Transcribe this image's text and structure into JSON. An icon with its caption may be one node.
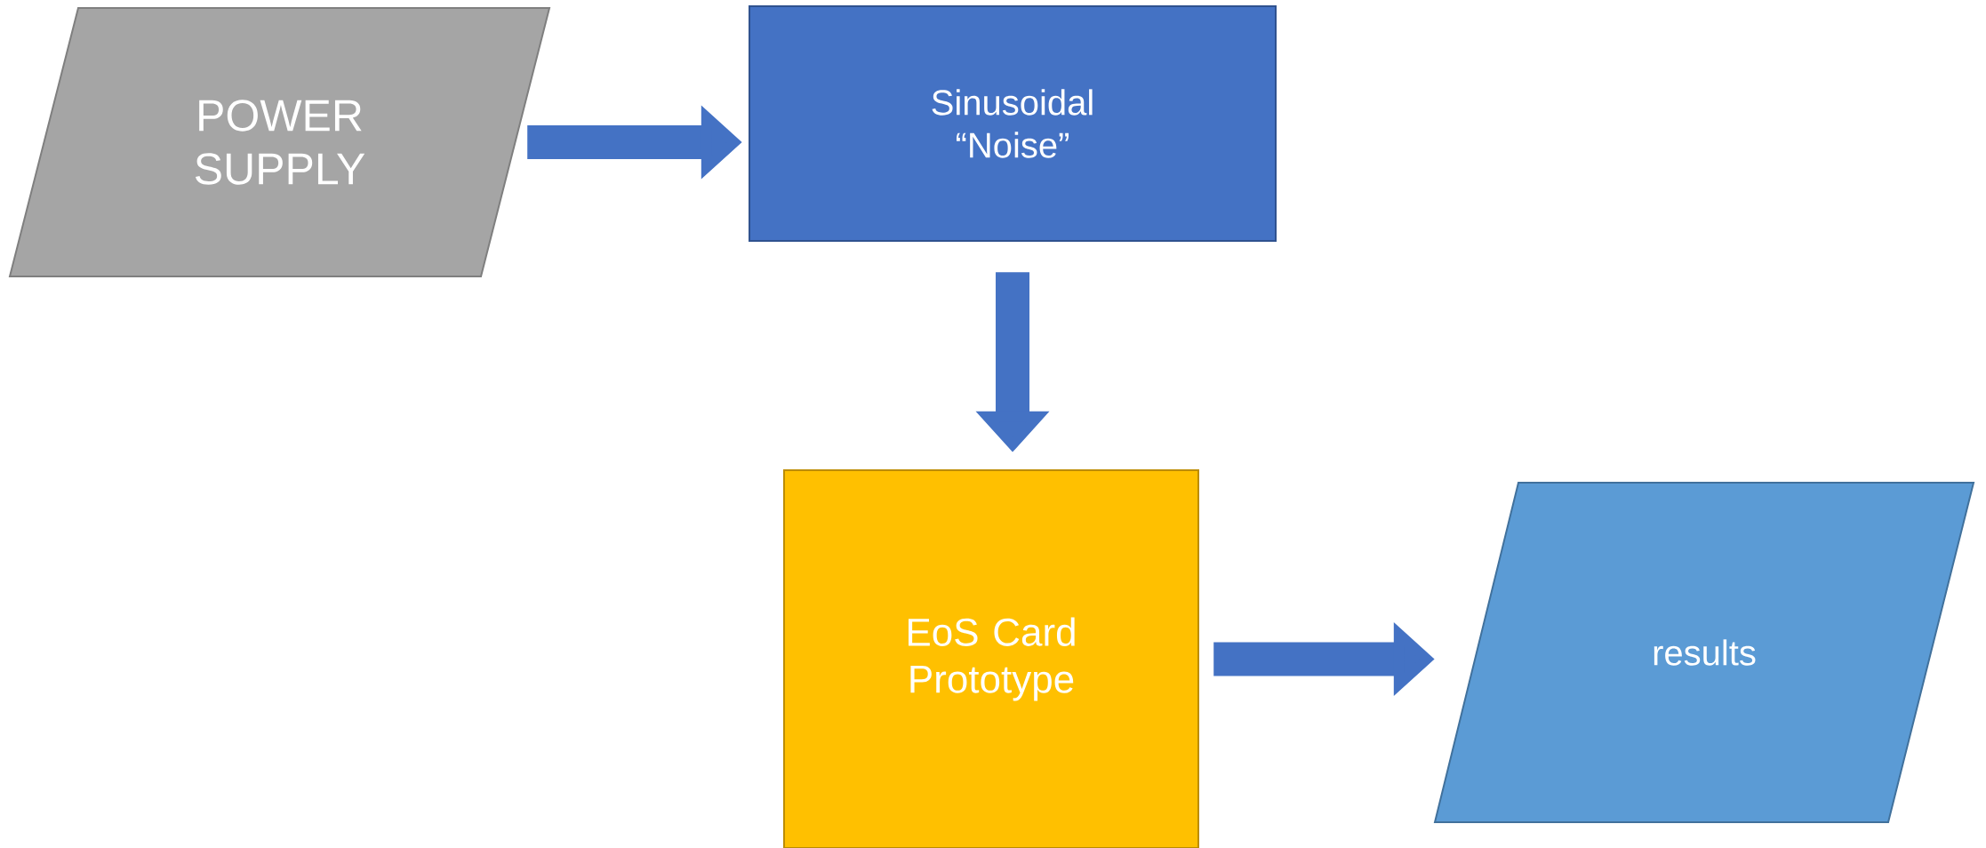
{
  "diagram": {
    "nodes": [
      {
        "text": [
          "POWER SUPPLY"
        ]
      },
      {
        "text": [
          "Sinusoidal “Noise”"
        ]
      },
      {
        "text": [
          "EoS Card Prototype"
        ]
      },
      {
        "text": [
          "results"
        ]
      }
    ],
    "edges": [
      {
        "from": 0,
        "to": 1,
        "arrow": "to"
      },
      {
        "from": 1,
        "to": 2,
        "arrow": "to"
      },
      {
        "from": 2,
        "to": 3,
        "arrow": "to"
      }
    ]
  }
}
